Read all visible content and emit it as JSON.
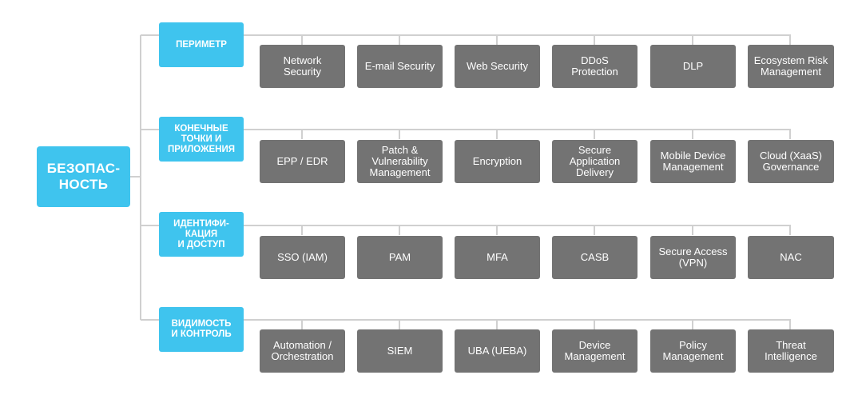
{
  "colors": {
    "accent": "#3fc4ee",
    "box": "#737373",
    "connector": "#d0d0d0"
  },
  "root": {
    "label": "БЕЗОПАС-\nНОСТЬ"
  },
  "categories": [
    {
      "label": "ПЕРИМЕТР",
      "items": [
        "Network\nSecurity",
        "E-mail Security",
        "Web Security",
        "DDoS\nProtection",
        "DLP",
        "Ecosystem Risk\nManagement"
      ]
    },
    {
      "label": "КОНЕЧНЫЕ\nТОЧКИ И\nПРИЛОЖЕНИЯ",
      "items": [
        "EPP / EDR",
        "Patch &\nVulnerability\nManagement",
        "Encryption",
        "Secure\nApplication\nDelivery",
        "Mobile Device\nManagement",
        "Cloud (XaaS)\nGovernance"
      ]
    },
    {
      "label": "ИДЕНТИФИ-\nКАЦИЯ\nИ ДОСТУП",
      "items": [
        "SSO (IAM)",
        "PAM",
        "MFA",
        "CASB",
        "Secure Access\n(VPN)",
        "NAC"
      ]
    },
    {
      "label": "ВИДИМОСТЬ\nИ КОНТРОЛЬ",
      "items": [
        "Automation /\nOrchestration",
        "SIEM",
        "UBA (UEBA)",
        "Device\nManagement",
        "Policy\nManagement",
        "Threat\nIntelligence"
      ]
    }
  ]
}
